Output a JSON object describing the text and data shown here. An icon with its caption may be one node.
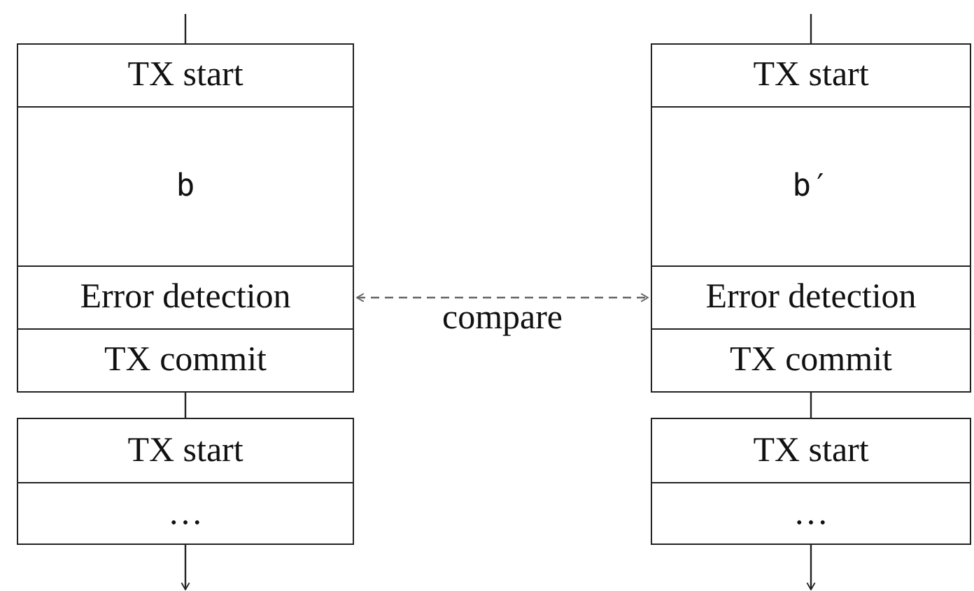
{
  "diagram": {
    "nodes": [
      {
        "text": [
          "TX start"
        ]
      },
      {
        "text": [
          "b"
        ]
      },
      {
        "text": [
          "Error detection"
        ]
      },
      {
        "text": [
          "TX commit"
        ]
      },
      {
        "text": [
          "TX start"
        ]
      },
      {
        "text": [
          "…"
        ]
      },
      {
        "text": [
          "TX start"
        ]
      },
      {
        "text": [
          "b′"
        ]
      },
      {
        "text": [
          "Error detection"
        ]
      },
      {
        "text": [
          "TX commit"
        ]
      },
      {
        "text": [
          "TX start"
        ]
      },
      {
        "text": [
          "…"
        ]
      }
    ],
    "edges": [
      {
        "from": null,
        "to": 0,
        "arrow": "none"
      },
      {
        "from": 3,
        "to": 4,
        "arrow": "none"
      },
      {
        "from": 5,
        "to": null,
        "arrow": "to"
      },
      {
        "from": null,
        "to": 6,
        "arrow": "none"
      },
      {
        "from": 9,
        "to": 10,
        "arrow": "none"
      },
      {
        "from": 11,
        "to": null,
        "arrow": "to"
      },
      {
        "from": 2,
        "to": 8,
        "arrow": "both",
        "label": "compare",
        "style": "dashed",
        "color": "#666666"
      }
    ]
  }
}
